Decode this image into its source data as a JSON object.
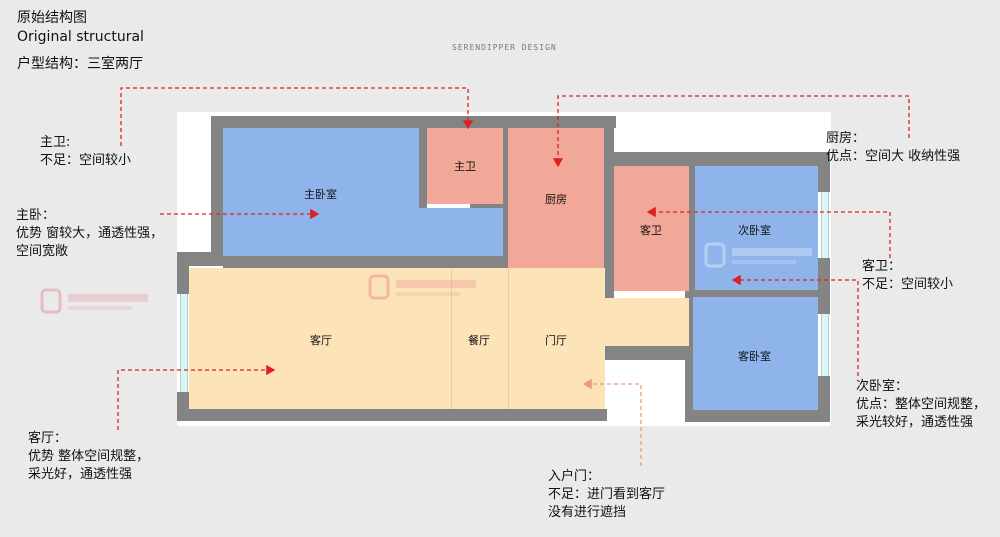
{
  "header": {
    "title_cn": "原始结构图",
    "title_en": "Original structural",
    "layout_label": "户型结构：三室两厅",
    "brand": "SERENDIPPER DESIGN"
  },
  "rooms": {
    "master_bedroom": "主卧室",
    "master_bath": "主卫",
    "kitchen": "厨房",
    "guest_bath": "客卫",
    "second_bedroom": "次卧室",
    "guest_bedroom": "客卧室",
    "living_room": "客厅",
    "dining_room": "餐厅",
    "foyer": "门厅"
  },
  "notes": {
    "master_bath": {
      "title": "主卫:",
      "line1": "不足：空间较小"
    },
    "master_bedroom": {
      "title": "主卧：",
      "line1": "优势 窗较大，通透性强，",
      "line2": "空间宽敞"
    },
    "living_room": {
      "title": "客厅：",
      "line1": "优势  整体空间规整，",
      "line2": "采光好，通透性强"
    },
    "entrance": {
      "title": "入户门：",
      "line1": "不足：进门看到客厅",
      "line2": "没有进行遮挡"
    },
    "kitchen": {
      "title": "厨房：",
      "line1": "优点：空间大 收纳性强"
    },
    "guest_bath": {
      "title": "客卫：",
      "line1": "不足：空间较小"
    },
    "second_bedroom": {
      "title": "次卧室：",
      "line1": "优点：整体空间规整，",
      "line2": "采光较好，通透性强"
    }
  },
  "colors": {
    "background": "#eaeaea",
    "wall": "#848484",
    "bedroom": "#8fb4ec",
    "wet_room": "#f2a898",
    "living": "#fde3b8",
    "arrow": "#e02020",
    "entry_arrow": "#f09a70"
  }
}
